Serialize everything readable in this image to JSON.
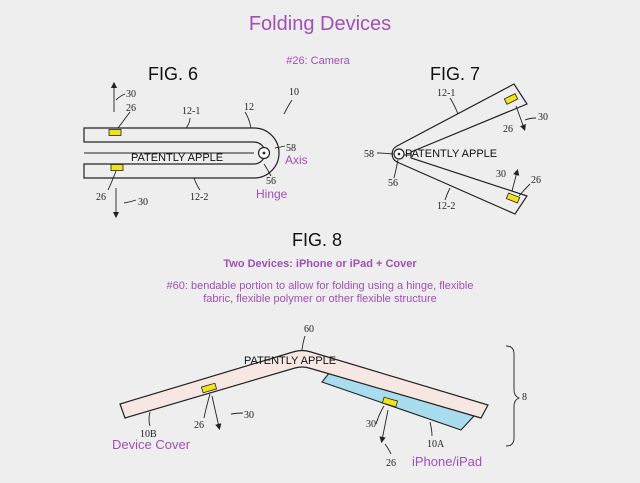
{
  "title": "Folding Devices",
  "subtitle": "#26: Camera",
  "watermark": "PATENTLY APPLE",
  "fig6": {
    "label": "FIG. 6",
    "refs": {
      "r30a": "30",
      "r26a": "26",
      "r12_1": "12-1",
      "r12": "12",
      "r10": "10",
      "r58": "58",
      "r26b": "26",
      "r30b": "30",
      "r12_2": "12-2",
      "r56": "56"
    },
    "axis_label": "Axis",
    "hinge_label": "Hinge"
  },
  "fig7": {
    "label": "FIG. 7",
    "refs": {
      "r12_1": "12-1",
      "r30a": "30",
      "r26a": "26",
      "r58": "58",
      "r56": "56",
      "r30b": "30",
      "r26b": "26",
      "r12_2": "12-2"
    }
  },
  "fig8": {
    "label": "FIG. 8",
    "heading": "Two Devices: iPhone or iPad + Cover",
    "desc_line1": "#60: bendable portion to allow for folding using a hinge, flexible",
    "desc_line2": "fabric, flexible polymer or other flexible structure",
    "refs": {
      "r60": "60",
      "r8": "8",
      "r10b": "10B",
      "r26a": "26",
      "r30a": "30",
      "r30b": "30",
      "r10a": "10A",
      "r26b": "26"
    },
    "cover_label": "Device Cover",
    "device_label": "iPhone/iPad"
  },
  "colors": {
    "accent_purple": "#a14fb6",
    "camera_yellow": "#f2e21b",
    "cover_fill": "#f7e7e2",
    "device_fill": "#a9dcee"
  }
}
